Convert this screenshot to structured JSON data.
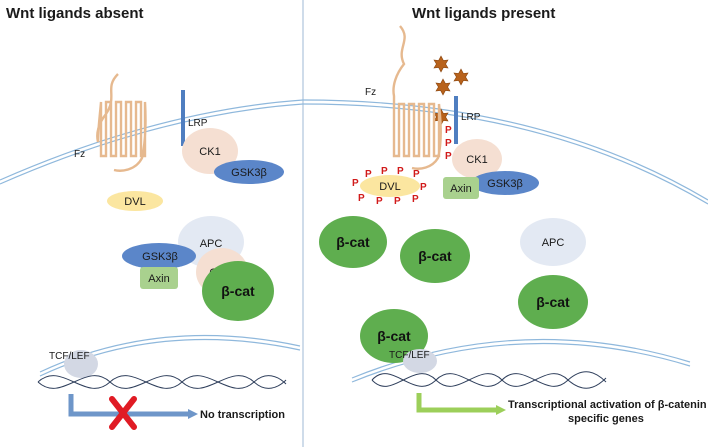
{
  "left_panel": {
    "title": "Wnt ligands absent",
    "labels": {
      "fz": "Fz",
      "lrp": "LRP",
      "ck1_membrane": "CK1",
      "gsk3b_membrane": "GSK3β",
      "dvl": "DVL",
      "apc": "APC",
      "gsk3b_complex": "GSK3β",
      "ck1_complex": "CK1",
      "axin": "Axin",
      "beta_cat": "β-cat",
      "tcf_lef": "TCF/LEF",
      "outcome": "No transcription"
    }
  },
  "right_panel": {
    "title": "Wnt ligands present",
    "labels": {
      "fz": "Fz",
      "lrp": "LRP",
      "ck1": "CK1",
      "axin": "Axin",
      "gsk3b": "GSK3β",
      "dvl": "DVL",
      "phospho": "P",
      "beta_cat_1": "β-cat",
      "beta_cat_2": "β-cat",
      "beta_cat_3": "β-cat",
      "beta_cat_nuclear": "β-cat",
      "apc": "APC",
      "tcf_lef": "TCF/LEF",
      "outcome_line1": "Transcriptional activation of β-catenin",
      "outcome_line2": "specific genes"
    }
  },
  "colors": {
    "membrane": "#8fb8dc",
    "receptor": "#e6b98f",
    "lrp": "#4f7ec0",
    "gsk3b": "#5b86c9",
    "ck1": "#f5dfd2",
    "apc": "#e3e9f3",
    "dvl": "#fbe6a0",
    "axin": "#a9d18e",
    "beta_cat": "#5fae4f",
    "tcf_lef": "#d3d8e4",
    "dna": "#2f3f5c",
    "wnt": "#b8621b",
    "phospho": "#d11a1a",
    "blocked_arrow": "#6e96c9",
    "active_arrow": "#9ccf5a",
    "cross": "#e01b24"
  }
}
